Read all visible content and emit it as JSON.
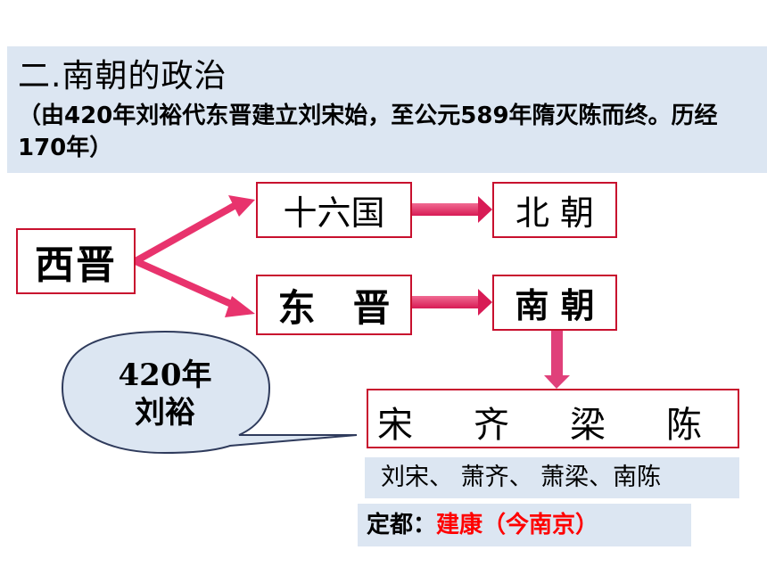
{
  "header": {
    "title": "二.南朝的政治",
    "subtitle": "（由420年刘裕代东晋建立刘宋始，至公元589年隋灭陈而终。历经170年）"
  },
  "boxes": {
    "xijin": "西晋",
    "shiliuguo": "十六国",
    "beichao": "北 朝",
    "dongjin": "东　晋",
    "nanchao": "南 朝"
  },
  "dynasties": [
    "宋",
    "齐",
    "梁",
    "陈"
  ],
  "bubble": {
    "line1": "420年",
    "line2": "刘裕"
  },
  "info": {
    "rulers": "刘宋、 萧齐、 萧梁、南陈",
    "capital_label": "定都：",
    "capital_value": "建康（今南京）"
  },
  "colors": {
    "box_border": "#c8102e",
    "arrow": "#e8336d",
    "header_bg": "#dce6f2",
    "bubble_bg": "#dce6f2",
    "capital_red": "#ff0000"
  }
}
